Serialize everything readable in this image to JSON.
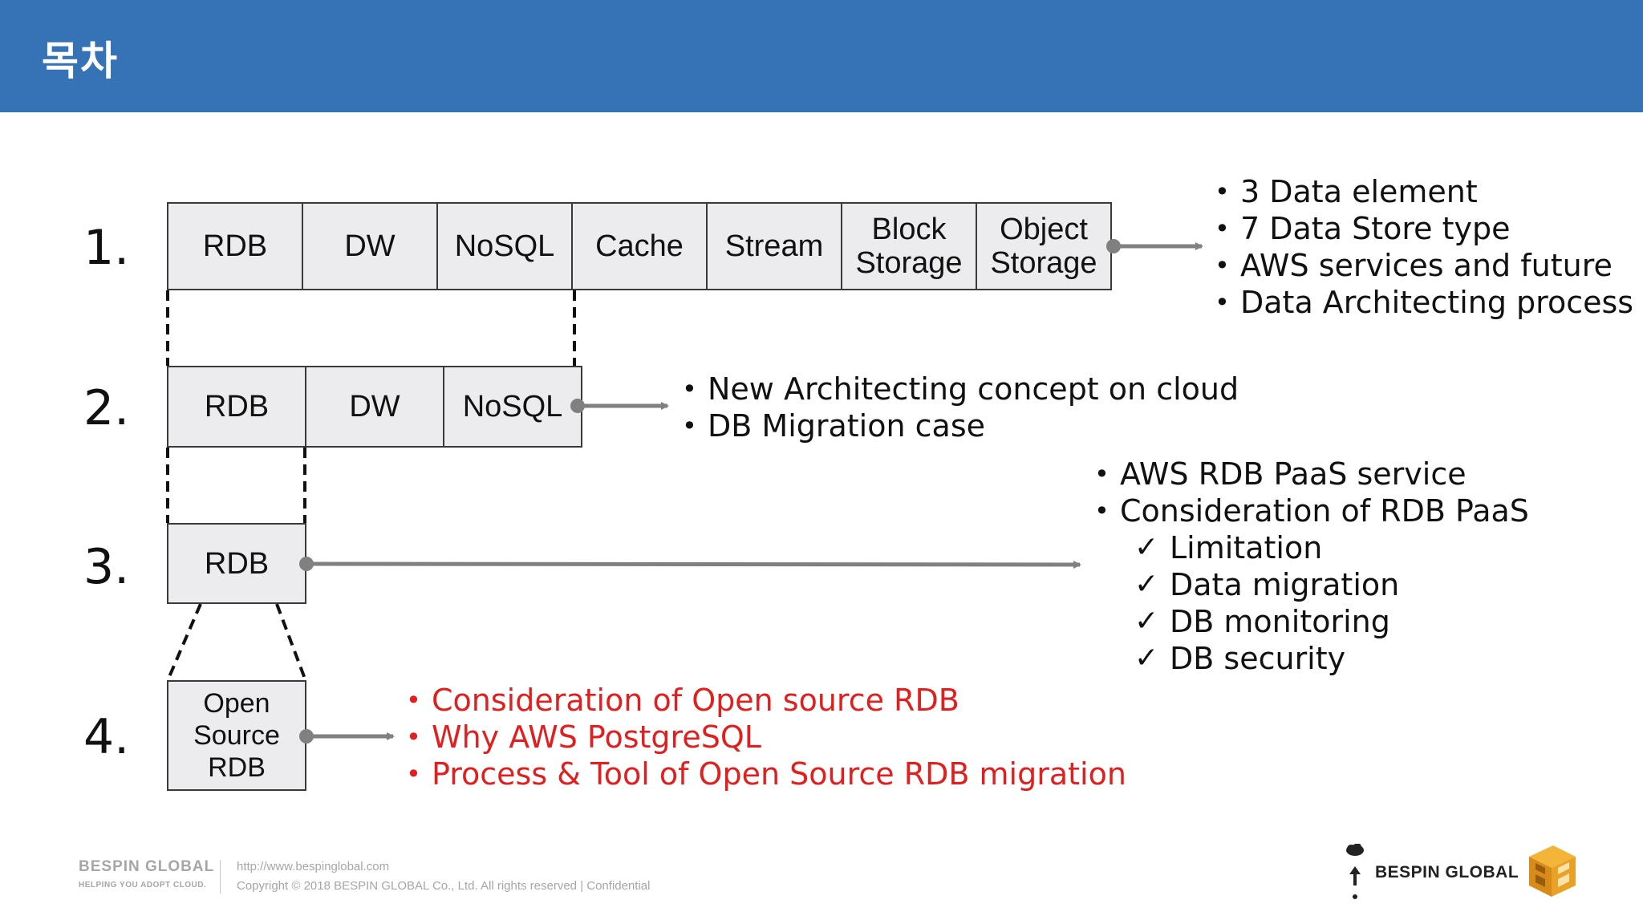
{
  "header": {
    "title": "목차"
  },
  "rows": [
    {
      "number": "1.",
      "cells": [
        "RDB",
        "DW",
        "NoSQL",
        "Cache",
        "Stream",
        "Block\nStorage",
        "Object\nStorage"
      ]
    },
    {
      "number": "2.",
      "cells": [
        "RDB",
        "DW",
        "NoSQL"
      ]
    },
    {
      "number": "3.",
      "cells": [
        "RDB"
      ]
    },
    {
      "number": "4.",
      "cells": [
        "Open\nSource\nRDB"
      ]
    }
  ],
  "notes": {
    "row1": [
      "3 Data element",
      "7 Data Store type",
      "AWS services and future",
      "Data Architecting process"
    ],
    "row2": [
      "New Architecting concept on cloud",
      "DB Migration case"
    ],
    "row3": [
      "AWS RDB PaaS service",
      "Consideration  of RDB PaaS"
    ],
    "row3_checks": [
      "Limitation",
      "Data migration",
      "DB monitoring",
      "DB security"
    ],
    "row4": [
      "Consideration  of Open source RDB",
      "Why AWS PostgreSQL",
      "Process & Tool of Open Source RDB migration"
    ]
  },
  "colors": {
    "header": "#3572b6",
    "highlight": "#e11f1f",
    "arrow": "#808080"
  },
  "footer": {
    "brand": "BESPIN GLOBAL",
    "tagline": "HELPING YOU ADOPT CLOUD.",
    "url": "http://www.bespinglobal.com",
    "copyright": "Copyright © 2018 BESPIN GLOBAL Co., Ltd. All rights reserved   |  Confidential",
    "logo_text": "BESPIN GLOBAL",
    "icons": [
      "cloud-arrow-icon",
      "cube-logo-icon"
    ]
  }
}
